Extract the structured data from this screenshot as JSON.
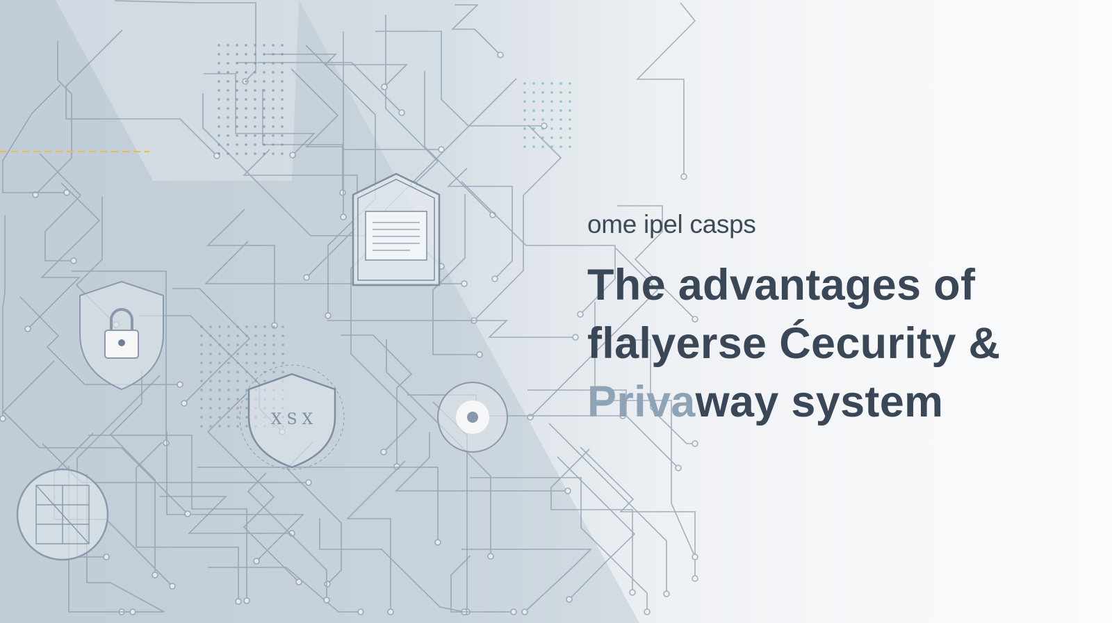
{
  "subtitle": "ome ipel casps",
  "title": {
    "line1": "The advantages of",
    "line2": "flalyerse Ćecurity &",
    "line3_faded": "Priva",
    "line3_rest": "way system"
  },
  "icons": [
    "padlock-shield-icon",
    "shield-icon",
    "document-shield-icon",
    "target-circle-icon",
    "grid-circle-icon"
  ],
  "colors": {
    "text": "#3a4756",
    "faded_text": "#8fa3b6",
    "circuit": "#8a9aab",
    "accent_dash": "#e2c34a",
    "dot_teal": "#6fb3bd"
  }
}
